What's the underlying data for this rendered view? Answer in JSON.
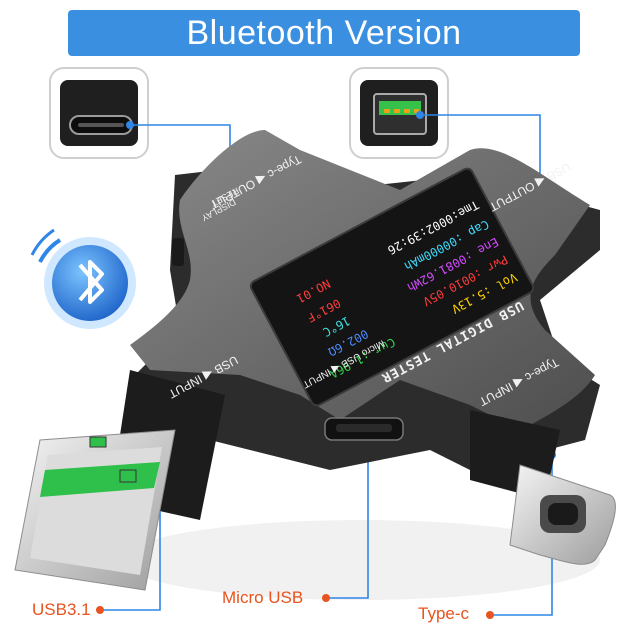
{
  "banner": {
    "title": "Bluetooth Version"
  },
  "colors": {
    "banner_bg": "#3a8fe0",
    "callout_orange": "#e8531f",
    "leader_blue": "#2f86e6",
    "body_gray": "#6f6f6f",
    "body_dark": "#3c3c3c"
  },
  "device": {
    "brand": "USB DIGITAL TESTER",
    "screen": {
      "vol": "Vol :5.13V",
      "pwr": "Pwr :0010.05V",
      "ene": "Ene :0081.62Wh",
      "cap": "Cap :00000mAh",
      "tme": "Tme:0002:39:26",
      "cur": "Cur :1.96A",
      "res": "002.6Ω",
      "temp_c": "16°C",
      "temp_f": "061°F",
      "no": "NO.01"
    },
    "ports": {
      "typec_output": "Type-c ◀ OUTPUT",
      "usb_output": "USB ◀ OUTPUT",
      "usb_input": "USB ◀ INPUT",
      "typec_input": "Type-c ◀ INPUT",
      "micro_usb": "Micro USB ◀ INPUT"
    },
    "buttons": {
      "display": "DISPLAY",
      "reset": "RESET"
    }
  },
  "callouts": {
    "usb31": "USB3.1",
    "micro_usb": "Micro USB",
    "typec": "Type-c"
  },
  "icons": {
    "bluetooth": "bluetooth-icon"
  }
}
